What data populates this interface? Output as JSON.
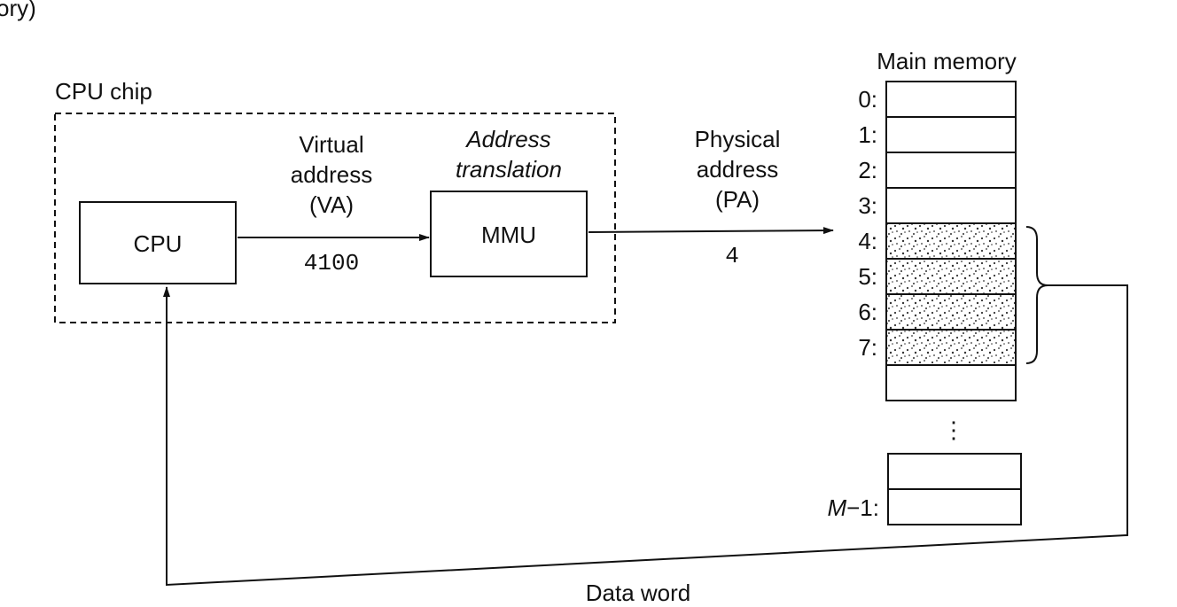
{
  "partial_top_text": "ory)",
  "cpu_chip": {
    "label": "CPU chip"
  },
  "cpu": {
    "label": "CPU"
  },
  "virtual_address": {
    "line1": "Virtual",
    "line2": "address",
    "line3": "(VA)",
    "value": "4100"
  },
  "address_translation": {
    "line1": "Address",
    "line2": "translation"
  },
  "mmu": {
    "label": "MMU"
  },
  "physical_address": {
    "line1": "Physical",
    "line2": "address",
    "line3": "(PA)",
    "value": "4"
  },
  "main_memory": {
    "title": "Main memory",
    "rows": [
      "0:",
      "1:",
      "2:",
      "3:",
      "4:",
      "5:",
      "6:",
      "7:"
    ],
    "ellipsis": "⋮",
    "last_row_prefix": "M",
    "last_row_suffix": "−1:"
  },
  "data_word": {
    "label": "Data word"
  },
  "colors": {
    "ink": "#111111",
    "background": "#ffffff"
  }
}
